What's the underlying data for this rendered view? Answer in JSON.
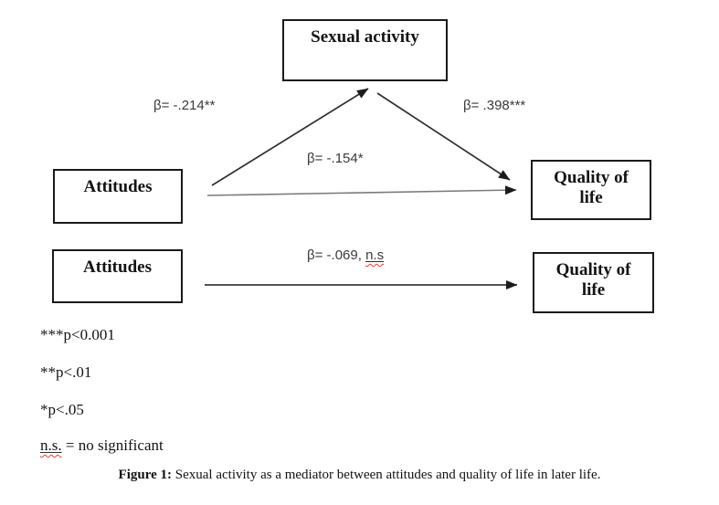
{
  "figure": {
    "caption_label": "Figure 1:",
    "caption_text": " Sexual activity as a mediator between attitudes and quality of life in later life."
  },
  "model_with_mediator": {
    "predictor": "Attitudes",
    "mediator": "Sexual activity",
    "outcome": "Quality of life",
    "path_a_coefficient": "β= -.214**",
    "path_b_coefficient": "β= .398***",
    "direct_effect_coefficient": "β= -.154*"
  },
  "model_total_effect": {
    "predictor": "Attitudes",
    "outcome": "Quality of life",
    "coefficient_prefix": "β= -.069, ",
    "coefficient_ns": "n.s"
  },
  "legend": {
    "p_001": "***p<0.001",
    "p_01": "**p<.01",
    "p_05": "*p<.05",
    "ns_abbr": "n.s.",
    "ns_meaning": " = no significant"
  },
  "colors": {
    "box_border": "#1a1a1a",
    "arrow": "#2f2f2f",
    "direct_arrow_line": "#7a7a7a",
    "coefficient_text": "#3a3a3a",
    "spellcheck_squiggle": "#ef3b30"
  }
}
